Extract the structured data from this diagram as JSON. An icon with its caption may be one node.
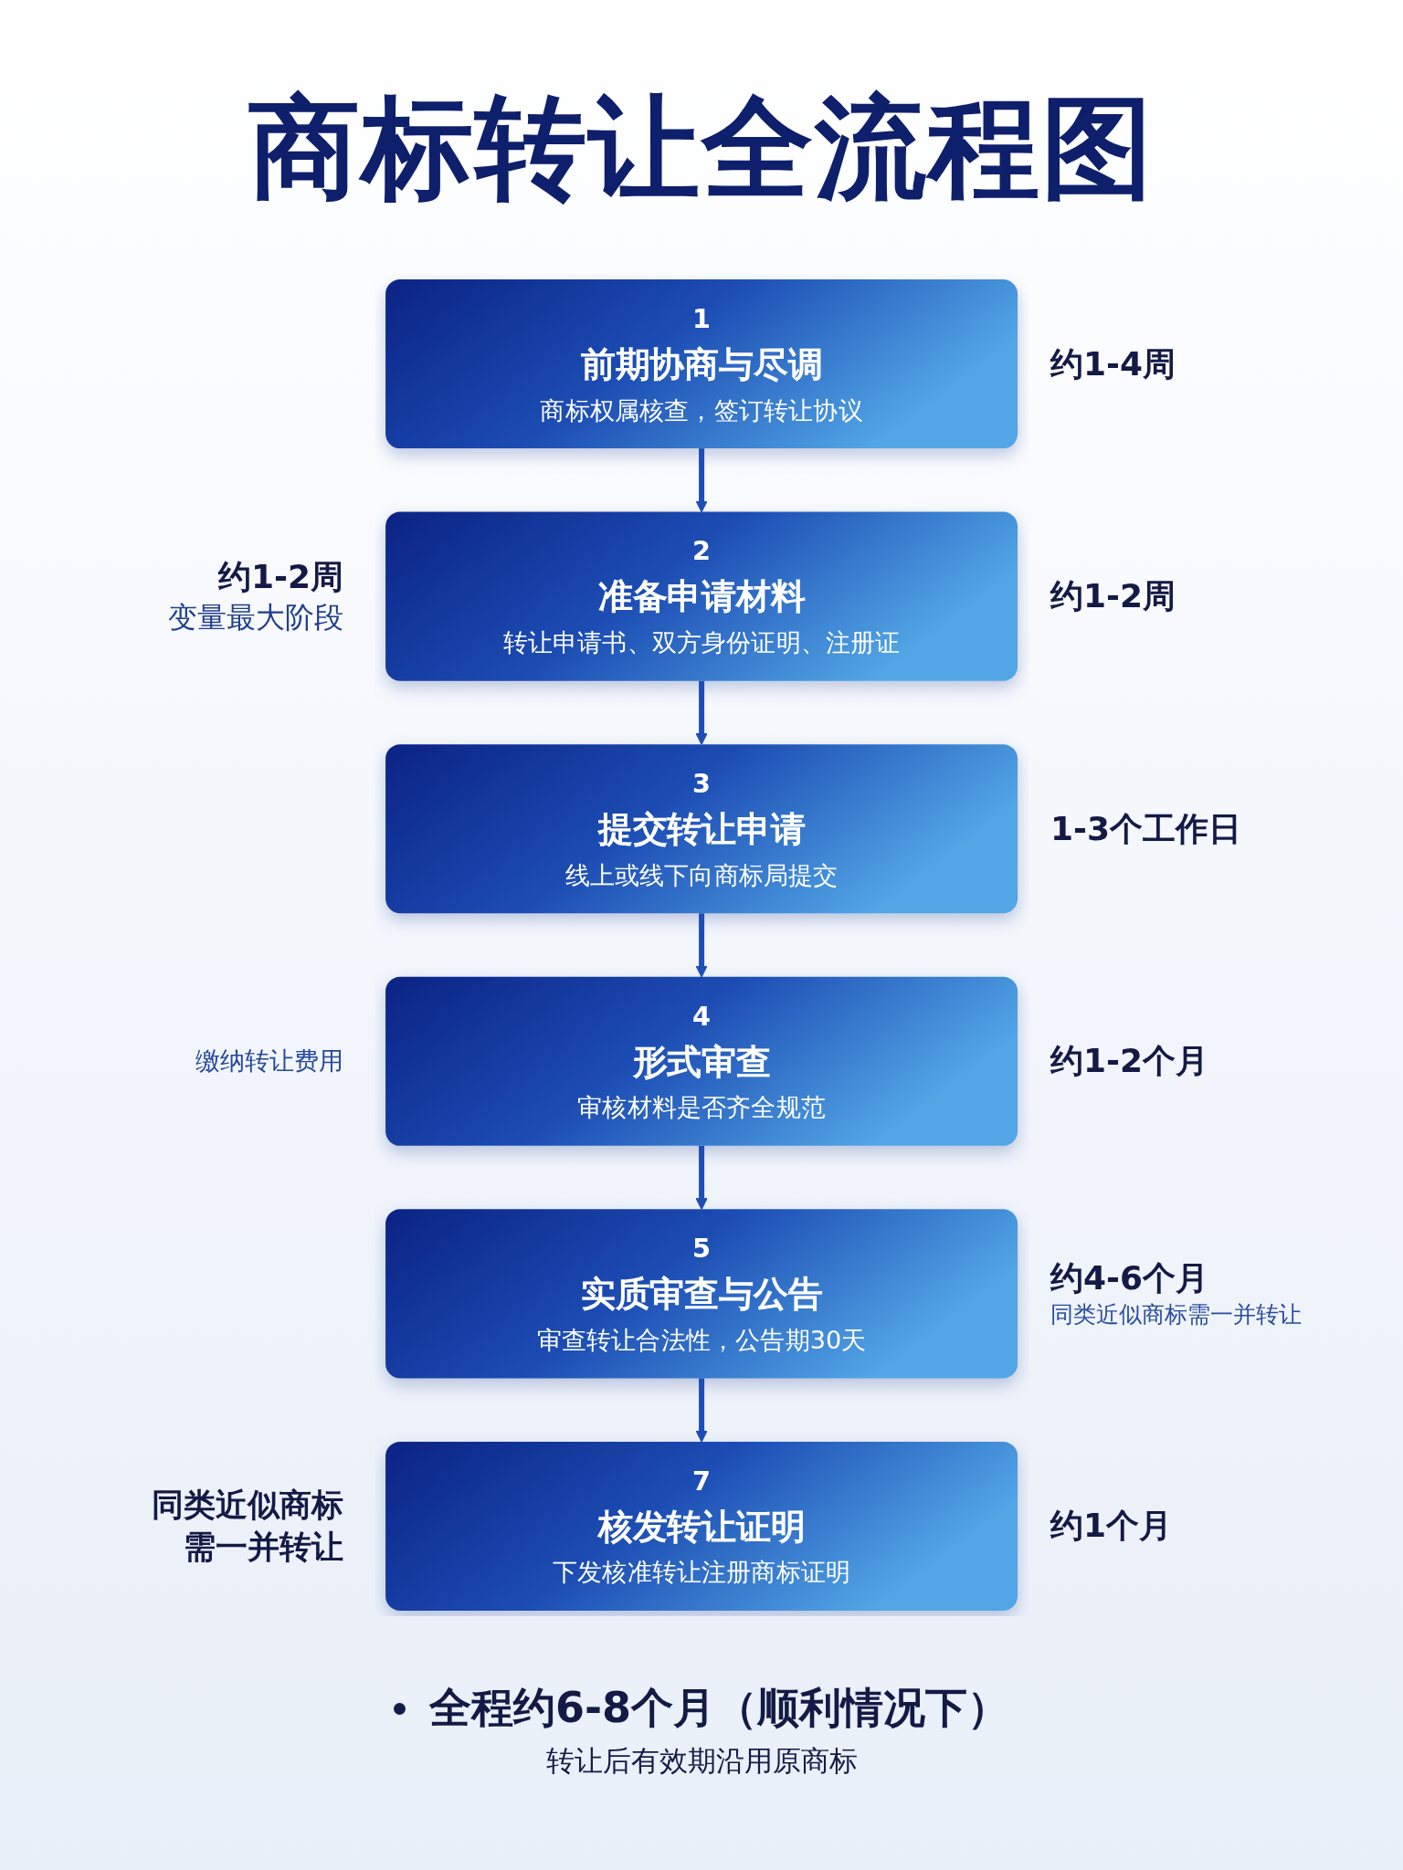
{
  "diagram": {
    "title": "商标转让全流程图",
    "nodes": [
      {
        "text": [
          "1",
          "前期协商与尽调",
          "商标权属核查，签订转让协议"
        ],
        "beside": [
          "约1-4周"
        ]
      },
      {
        "text": [
          "2",
          "准备申请材料",
          "转让申请书、双方身份证明、注册证"
        ],
        "beside": [
          "约1-2周",
          "变量最大阶段",
          "约1-2周"
        ]
      },
      {
        "text": [
          "3",
          "提交转让申请",
          "线上或线下向商标局提交"
        ],
        "beside": [
          "1-3个工作日"
        ]
      },
      {
        "text": [
          "4",
          "形式审查",
          "审核材料是否齐全规范"
        ],
        "beside": [
          "缴纳转让费用",
          "约1-2个月"
        ]
      },
      {
        "text": [
          "5",
          "实质审查与公告",
          "审查转让合法性，公告期30天"
        ],
        "beside": [
          "约4-6个月",
          "同类近似商标需一并转让"
        ]
      },
      {
        "text": [
          "7",
          "核发转让证明",
          "下发核准转让注册商标证明"
        ],
        "beside": [
          "同类近似商标需一并转让",
          "约1个月"
        ]
      }
    ],
    "edges": [
      {
        "from": 0,
        "to": 1,
        "arrow": "to"
      },
      {
        "from": 1,
        "to": 2,
        "arrow": "to"
      },
      {
        "from": 2,
        "to": 3,
        "arrow": "to"
      },
      {
        "from": 3,
        "to": 4,
        "arrow": "to"
      },
      {
        "from": 4,
        "to": 5,
        "arrow": "to"
      }
    ],
    "labels": [
      "全程约6-8个月（顺利情况下）",
      "转让后有效期沿用原商标"
    ]
  }
}
